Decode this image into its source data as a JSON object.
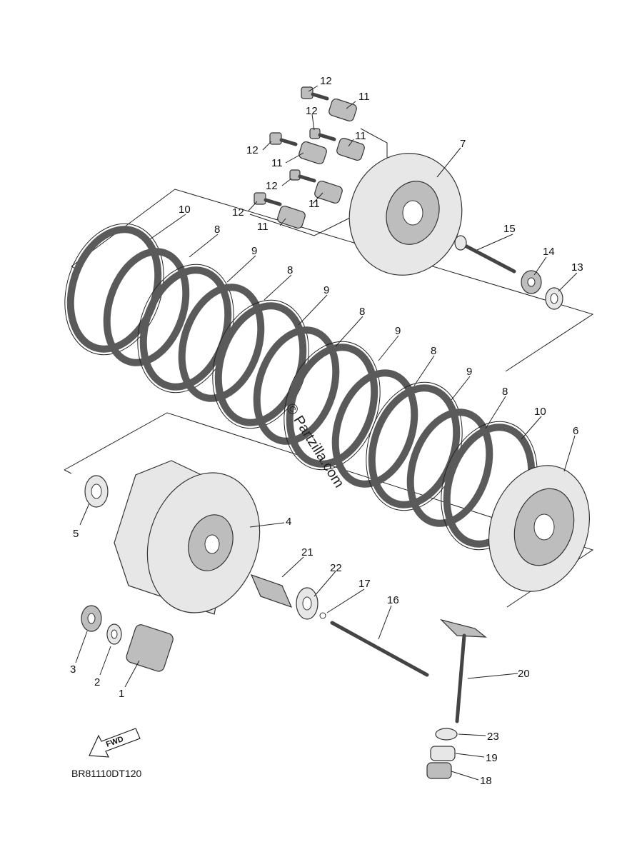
{
  "diagram": {
    "code": "BR81110DT120",
    "watermark": "© Partzilla.com",
    "direction_label": "FWD",
    "callouts": [
      "1",
      "2",
      "3",
      "4",
      "5",
      "6",
      "7",
      "8",
      "9",
      "10",
      "11",
      "12",
      "13",
      "14",
      "15",
      "16",
      "17",
      "18",
      "19",
      "20",
      "21",
      "22",
      "23"
    ]
  }
}
